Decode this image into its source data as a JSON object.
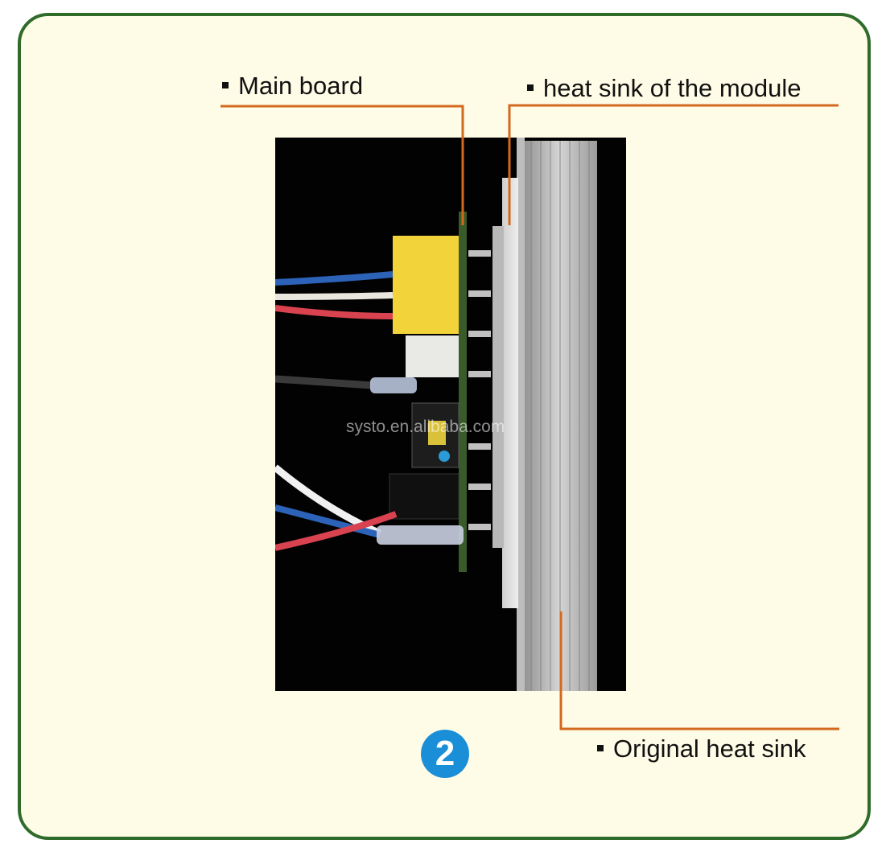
{
  "labels": {
    "main_board": "Main board",
    "module_heat_sink": "heat sink of the module",
    "original_heat_sink": "Original heat sink"
  },
  "badge": "2",
  "watermark": "systo.en.alibaba.com",
  "colors": {
    "frame_border": "#2f6b2b",
    "frame_fill": "#fefbe6",
    "leader_line": "#d2691e",
    "badge": "#1a8fd8",
    "photo_background": "#020202"
  }
}
